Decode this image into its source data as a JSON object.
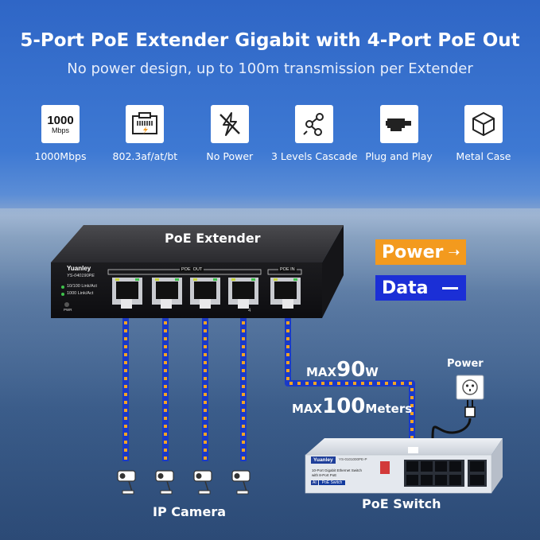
{
  "header": {
    "title": "5-Port PoE Extender Gigabit with 4-Port PoE Out",
    "subtitle": "No power design, up to 100m transmission per Extender"
  },
  "features": [
    {
      "icon": "1000-mbps-icon",
      "icon_text": "1000",
      "icon_unit": "Mbps",
      "label": "1000Mbps"
    },
    {
      "icon": "ethernet-port-icon",
      "label": "802.3af/at/bt"
    },
    {
      "icon": "no-power-icon",
      "label": "No Power"
    },
    {
      "icon": "cascade-icon",
      "label": "3 Levels Cascade"
    },
    {
      "icon": "plug-and-play-icon",
      "label": "Plug and Play"
    },
    {
      "icon": "metal-case-icon",
      "label": "Metal Case"
    }
  ],
  "extender": {
    "label": "PoE Extender",
    "brand": "Yuanley",
    "model": "YS-040190PE",
    "led_1": "10/100 Link/Act",
    "led_2": "1000 Link/Act",
    "pwr": "PWR",
    "poe_out": "POE  OUT",
    "poe_in": "POE IN",
    "port_number": "4"
  },
  "legend": {
    "power": "Power",
    "data": "Data",
    "power_color": "#f39a1e",
    "data_color": "#1b2fd6"
  },
  "specs": {
    "max_prefix_1": "MAX",
    "max_power_value": "90",
    "max_power_unit": "W",
    "max_prefix_2": "MAX",
    "max_distance_value": "100",
    "max_distance_unit": "Meters"
  },
  "power_outlet": {
    "label": "Power"
  },
  "switch": {
    "label": "PoE Switch",
    "brand": "Yuanley",
    "model": "YS-0101000PE-P",
    "desc_1": "10-Port Gigabit Ethernet Switch",
    "desc_2": "with 8-Port PoE",
    "badge_ai": "AI",
    "badge_text": "PoE Switch"
  },
  "cameras": {
    "label": "IP Camera",
    "count": 4
  }
}
